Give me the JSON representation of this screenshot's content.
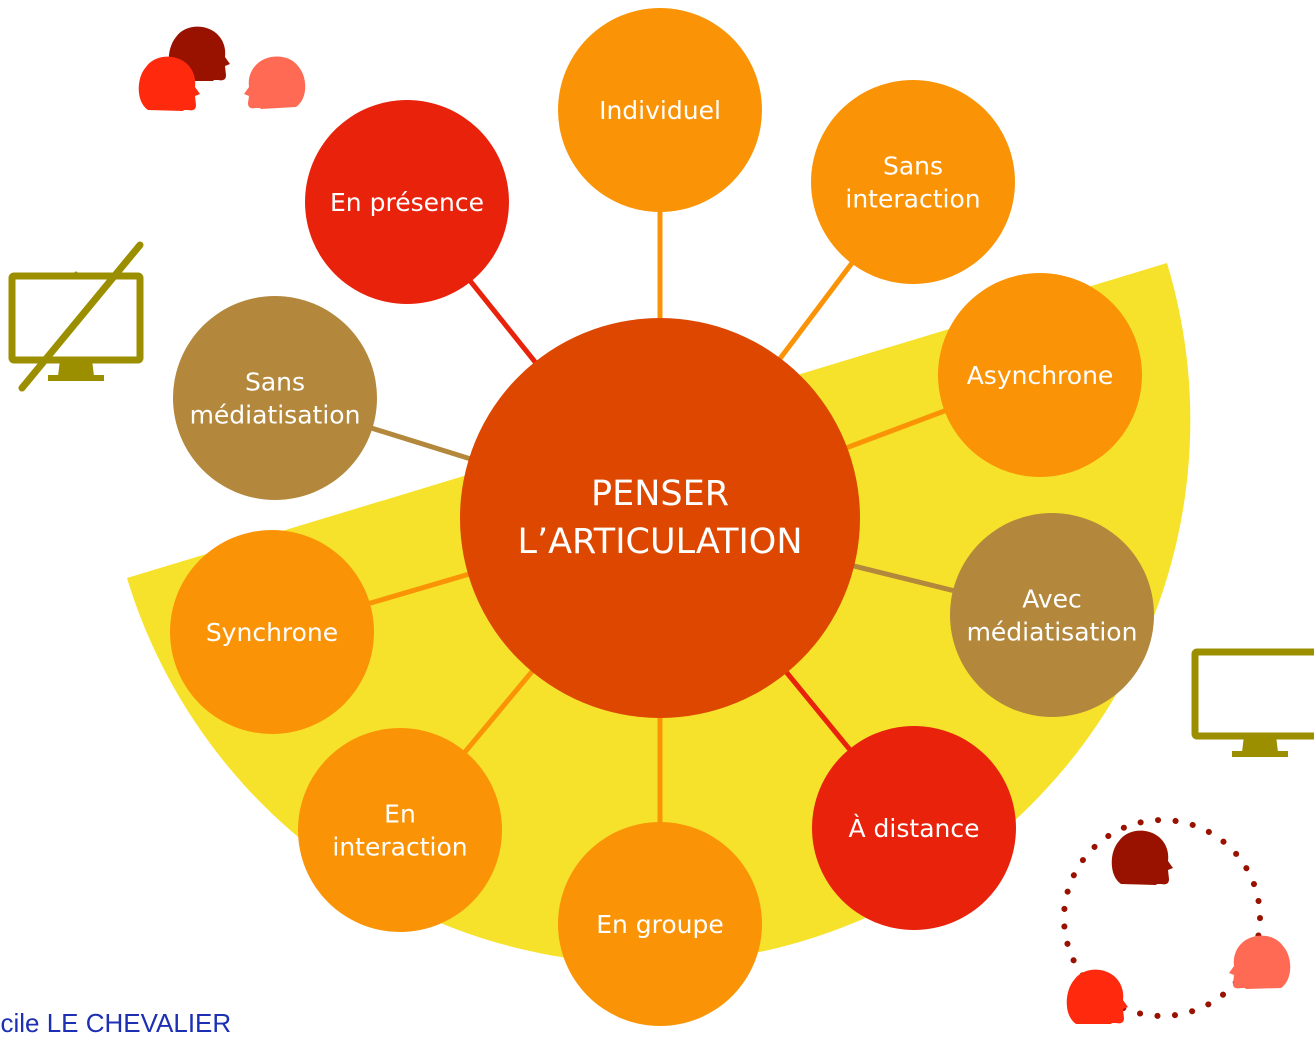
{
  "center": {
    "lines": [
      "PENSER",
      "L’ARTICULATION"
    ]
  },
  "nodes": [
    {
      "id": "individuel",
      "lines": [
        "Individuel"
      ],
      "color": "#FA9406"
    },
    {
      "id": "sans-interaction",
      "lines": [
        "Sans",
        "interaction"
      ],
      "color": "#FA9406"
    },
    {
      "id": "asynchrone",
      "lines": [
        "Asynchrone"
      ],
      "color": "#FA9406"
    },
    {
      "id": "avec-mediatisation",
      "lines": [
        "Avec",
        "médiatisation"
      ],
      "color": "#B3883C"
    },
    {
      "id": "a-distance",
      "lines": [
        "À distance"
      ],
      "color": "#E9220C"
    },
    {
      "id": "en-groupe",
      "lines": [
        "En groupe"
      ],
      "color": "#FA9406"
    },
    {
      "id": "en-interaction",
      "lines": [
        "En",
        "interaction"
      ],
      "color": "#FA9406"
    },
    {
      "id": "synchrone",
      "lines": [
        "Synchrone"
      ],
      "color": "#FA9406"
    },
    {
      "id": "sans-mediatisation",
      "lines": [
        "Sans",
        "médiatisation"
      ],
      "color": "#B3883C"
    },
    {
      "id": "en-presence",
      "lines": [
        "En présence"
      ],
      "color": "#E9220C"
    }
  ],
  "colors": {
    "center": "#DD4700",
    "orange": "#FA9406",
    "red": "#E9220C",
    "brown": "#B3883C",
    "yellow_sector": "#F6E22A",
    "monitor": "#9B8F00",
    "head_dark": "#991200",
    "head_red": "#FF2A0E",
    "head_salmon": "#FF6A55",
    "author_text": "#1D2FB3"
  },
  "icons": {
    "people_top": "people-pair-icon",
    "monitor_crossed": "monitor-crossed-icon",
    "monitor": "monitor-icon",
    "people_circle": "people-circle-icon"
  },
  "author": "écile LE CHEVALIER"
}
